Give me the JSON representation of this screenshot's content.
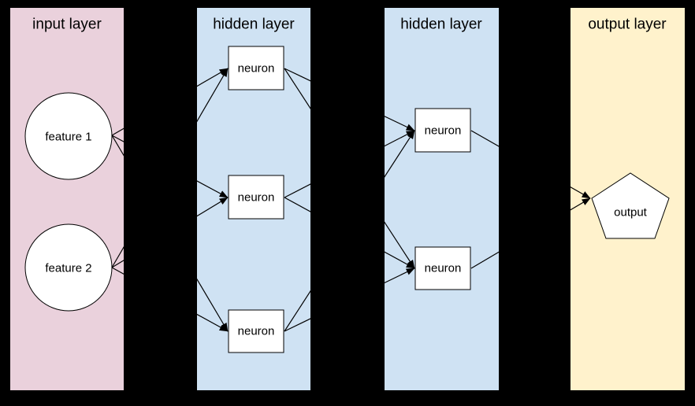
{
  "diagram": {
    "type": "neural-network-diagram",
    "colors": {
      "background": "#000000",
      "edge": "#000000",
      "node_fill": "#ffffff",
      "node_stroke": "#000000",
      "text": "#000000",
      "input_panel": "#ead1dc",
      "hidden_panel": "#cfe2f3",
      "output_panel": "#fff2cc"
    },
    "layers": [
      {
        "id": "input",
        "title": "input layer",
        "color": "#ead1dc",
        "nodes": [
          {
            "id": "f1",
            "label": "feature 1",
            "shape": "circle"
          },
          {
            "id": "f2",
            "label": "feature 2",
            "shape": "circle"
          }
        ]
      },
      {
        "id": "hidden1",
        "title": "hidden layer",
        "color": "#cfe2f3",
        "nodes": [
          {
            "id": "h1n1",
            "label": "neuron",
            "shape": "rect"
          },
          {
            "id": "h1n2",
            "label": "neuron",
            "shape": "rect"
          },
          {
            "id": "h1n3",
            "label": "neuron",
            "shape": "rect"
          }
        ]
      },
      {
        "id": "hidden2",
        "title": "hidden layer",
        "color": "#cfe2f3",
        "nodes": [
          {
            "id": "h2n1",
            "label": "neuron",
            "shape": "rect"
          },
          {
            "id": "h2n2",
            "label": "neuron",
            "shape": "rect"
          }
        ]
      },
      {
        "id": "output",
        "title": "output layer",
        "color": "#fff2cc",
        "nodes": [
          {
            "id": "out",
            "label": "output",
            "shape": "pentagon"
          }
        ]
      }
    ],
    "edges": [
      {
        "from": "f1",
        "to": "h1n1"
      },
      {
        "from": "f1",
        "to": "h1n2"
      },
      {
        "from": "f1",
        "to": "h1n3"
      },
      {
        "from": "f2",
        "to": "h1n1"
      },
      {
        "from": "f2",
        "to": "h1n2"
      },
      {
        "from": "f2",
        "to": "h1n3"
      },
      {
        "from": "h1n1",
        "to": "h2n1"
      },
      {
        "from": "h1n1",
        "to": "h2n2"
      },
      {
        "from": "h1n2",
        "to": "h2n1"
      },
      {
        "from": "h1n2",
        "to": "h2n2"
      },
      {
        "from": "h1n3",
        "to": "h2n1"
      },
      {
        "from": "h1n3",
        "to": "h2n2"
      },
      {
        "from": "h2n1",
        "to": "out"
      },
      {
        "from": "h2n2",
        "to": "out"
      }
    ]
  }
}
